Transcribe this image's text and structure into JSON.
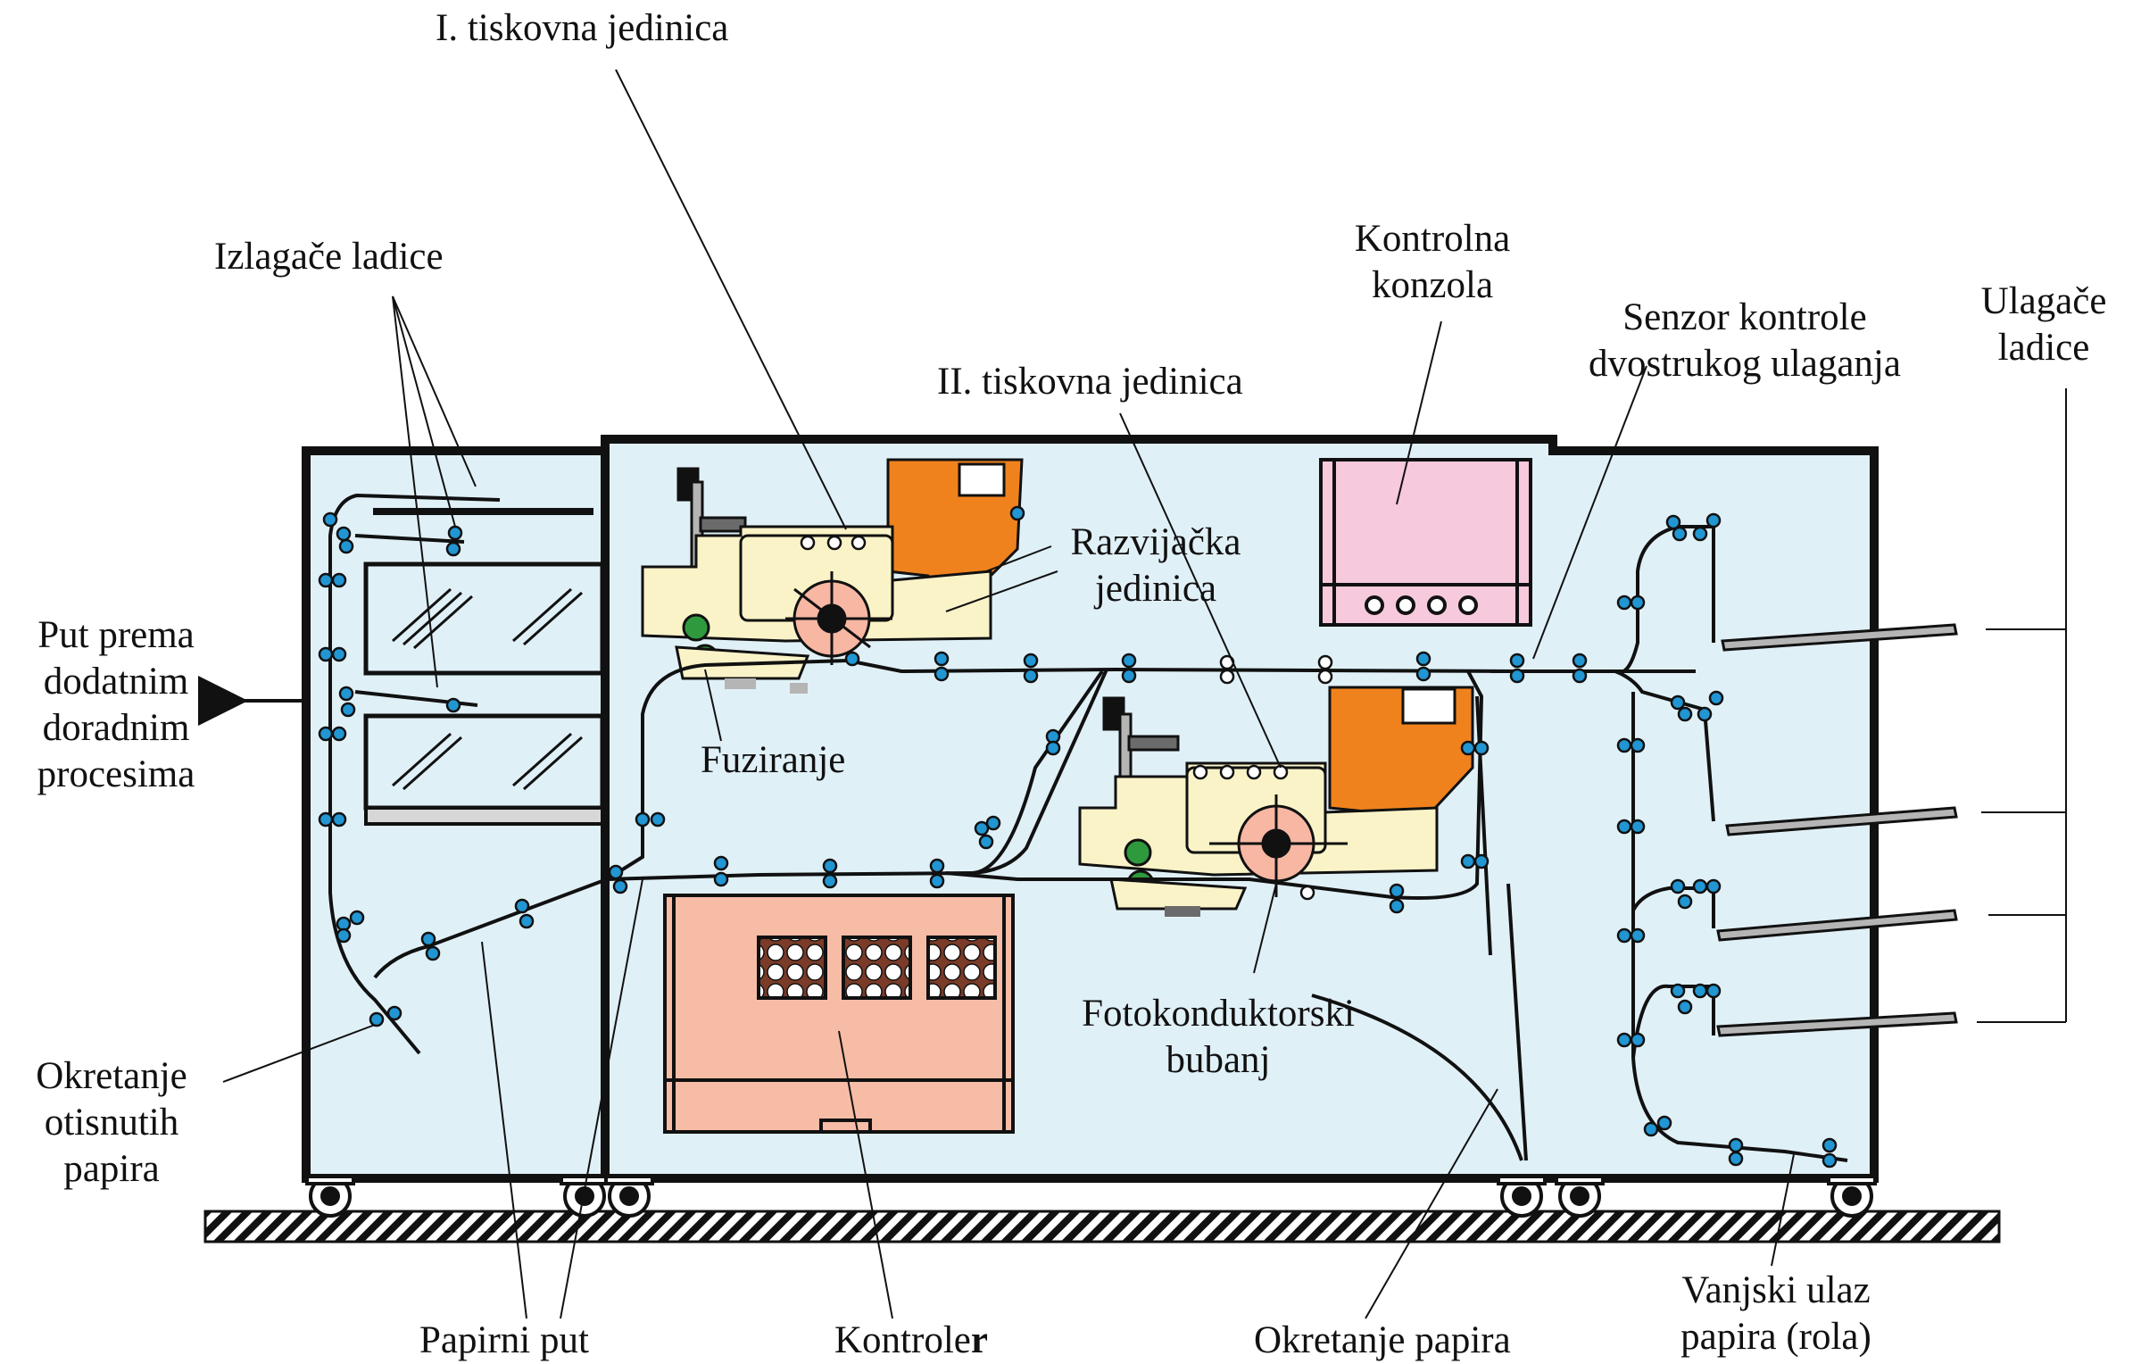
{
  "labels": {
    "print_unit_1": "I. tiskovna jedinica",
    "print_unit_2": "II. tiskovna jedinica",
    "output_trays": "Izlagače ladice",
    "control_console": [
      "Kontrolna",
      "konzola"
    ],
    "double_feed_sensor": [
      "Senzor kontrole",
      "dvostrukog ulaganja"
    ],
    "input_trays": [
      "Ulagače",
      "ladice"
    ],
    "developer_unit": [
      "Razvijačka",
      "jedinica"
    ],
    "further_processing": [
      "Put prema",
      "dodatnim",
      "doradnim",
      "procesima"
    ],
    "fusing": "Fuziranje",
    "photoconductor_drum": [
      "Fotokonduktorski",
      "bubanj"
    ],
    "printed_paper_turnover": [
      "Okretanje",
      "otisnutih",
      "papira"
    ],
    "paper_path": "Papirni put",
    "controller_main": "Kontrole",
    "controller_last": "r",
    "paper_turnover": "Okretanje papira",
    "external_input": [
      "Vanjski ulaz",
      "papira (rola)"
    ]
  },
  "colors": {
    "machine_fill": "#e0f0f7",
    "toner": "#f0821e",
    "print_unit_body": "#faf3c8",
    "console": "#f7c9dc",
    "controller": "#f7bca6",
    "roller_green": "#2e9a3d",
    "drum": "#f7b7a3",
    "sensor_blue": "#2196d3",
    "outline": "#111111"
  }
}
